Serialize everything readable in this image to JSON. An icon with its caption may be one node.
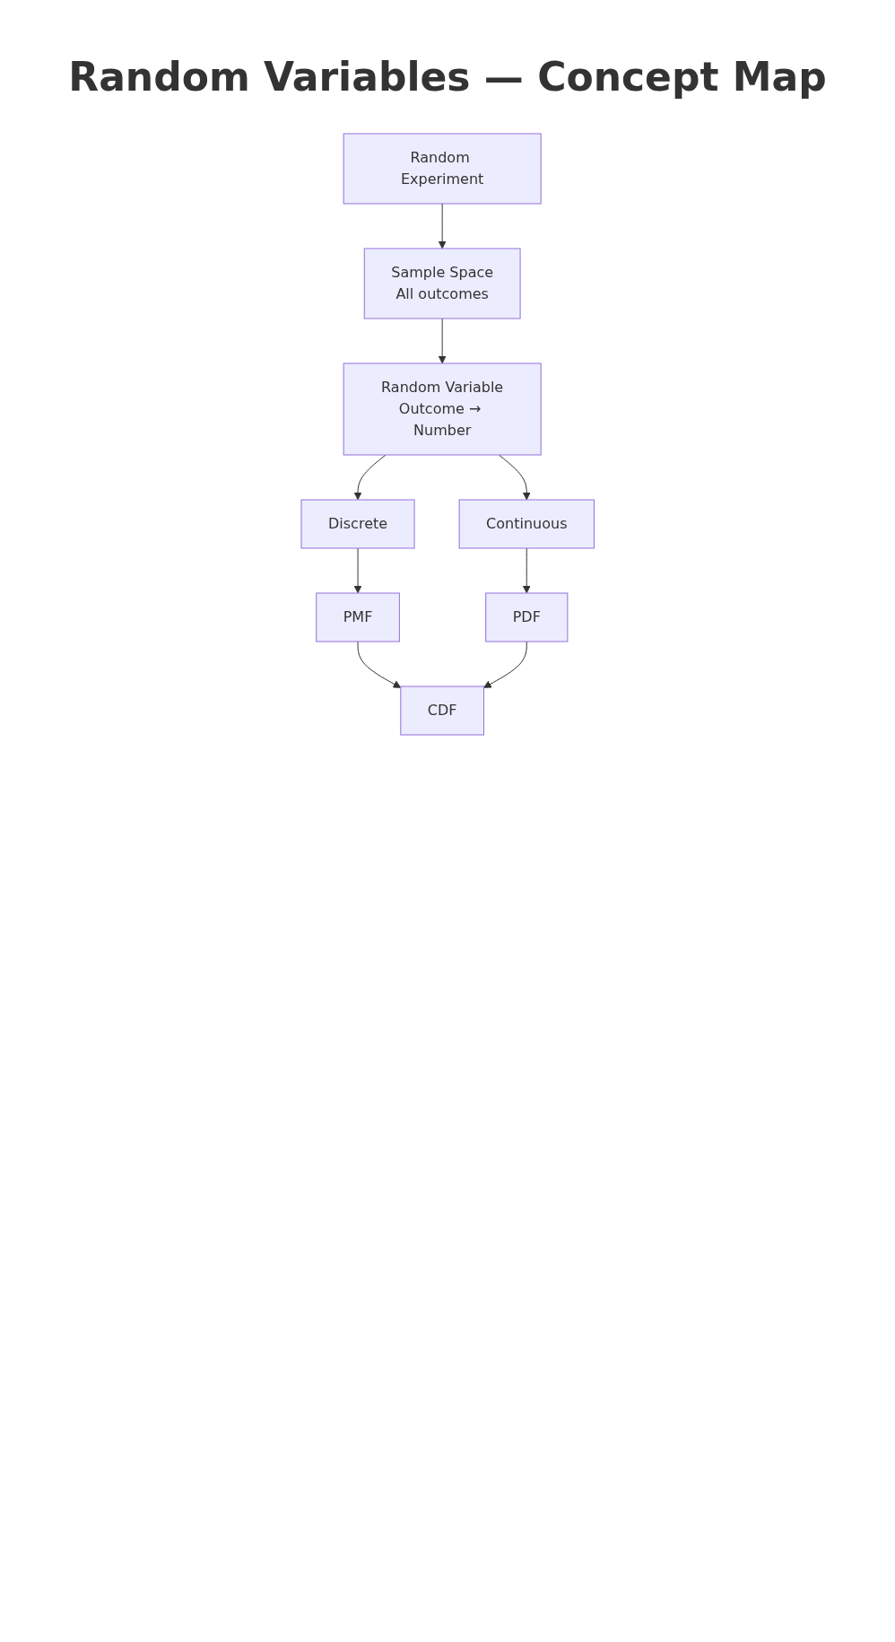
{
  "diagram": {
    "title": "Random Variables — Concept Map",
    "nodes": [
      {
        "text": [
          "Random Experiment"
        ]
      },
      {
        "text": [
          "Sample Space",
          "All outcomes"
        ]
      },
      {
        "text": [
          "Random Variable",
          "Outcome → Number"
        ]
      },
      {
        "text": [
          "Discrete"
        ]
      },
      {
        "text": [
          "Continuous"
        ]
      },
      {
        "text": [
          "PMF"
        ]
      },
      {
        "text": [
          "PDF"
        ]
      },
      {
        "text": [
          "CDF"
        ]
      }
    ],
    "edges": [
      {
        "from": 0,
        "to": 1,
        "arrow": "to"
      },
      {
        "from": 1,
        "to": 2,
        "arrow": "to"
      },
      {
        "from": 2,
        "to": 3,
        "arrow": "to"
      },
      {
        "from": 2,
        "to": 4,
        "arrow": "to"
      },
      {
        "from": 3,
        "to": 5,
        "arrow": "to"
      },
      {
        "from": 4,
        "to": 6,
        "arrow": "to"
      },
      {
        "from": 5,
        "to": 7,
        "arrow": "to"
      },
      {
        "from": 6,
        "to": 7,
        "arrow": "to"
      }
    ]
  }
}
